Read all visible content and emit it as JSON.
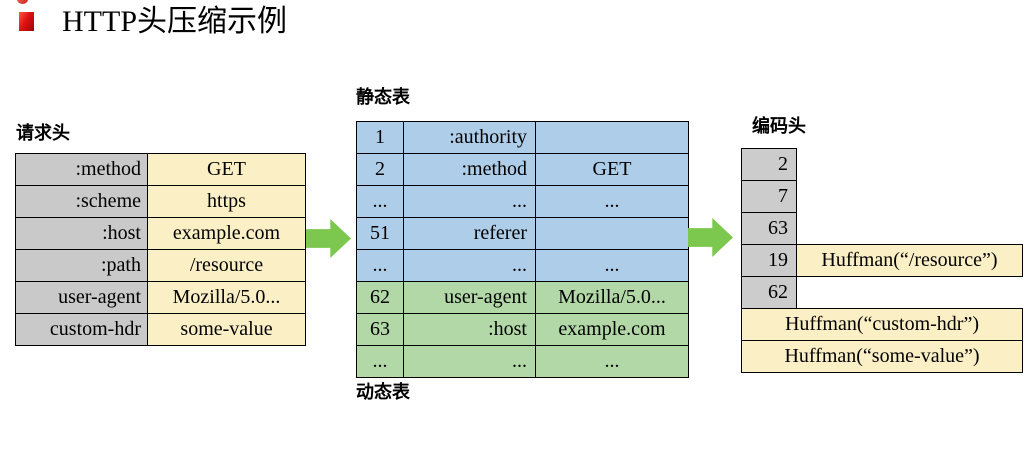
{
  "title": "HTTP头压缩示例",
  "request_headers": {
    "label": "请求头",
    "rows": [
      {
        "key": ":method",
        "value": "GET"
      },
      {
        "key": ":scheme",
        "value": "https"
      },
      {
        "key": ":host",
        "value": "example.com"
      },
      {
        "key": ":path",
        "value": "/resource"
      },
      {
        "key": "user-agent",
        "value": "Mozilla/5.0..."
      },
      {
        "key": "custom-hdr",
        "value": "some-value"
      }
    ]
  },
  "index_table": {
    "static_label": "静态表",
    "dynamic_label": "动态表",
    "rows": [
      {
        "index": "1",
        "name": ":authority",
        "value": "",
        "section": "static"
      },
      {
        "index": "2",
        "name": ":method",
        "value": "GET",
        "section": "static"
      },
      {
        "index": "...",
        "name": "...",
        "value": "...",
        "section": "static"
      },
      {
        "index": "51",
        "name": "referer",
        "value": "",
        "section": "static"
      },
      {
        "index": "...",
        "name": "...",
        "value": "...",
        "section": "static"
      },
      {
        "index": "62",
        "name": "user-agent",
        "value": "Mozilla/5.0...",
        "section": "dynamic"
      },
      {
        "index": "63",
        "name": ":host",
        "value": "example.com",
        "section": "dynamic"
      },
      {
        "index": "...",
        "name": "...",
        "value": "...",
        "section": "dynamic"
      }
    ]
  },
  "encoded_headers": {
    "label": "编码头",
    "rows": [
      {
        "index": "2"
      },
      {
        "index": "7"
      },
      {
        "index": "63"
      },
      {
        "index": "19",
        "literal": "Huffman(“/resource”)"
      },
      {
        "index": "62"
      },
      {
        "literal": "Huffman(“custom-hdr”)"
      },
      {
        "literal": "Huffman(“some-value”)"
      }
    ]
  },
  "colors": {
    "key_gray": "#c9c9c9",
    "value_yellow": "#fbefc6",
    "static_blue": "#aecde8",
    "dynamic_green": "#b1d8a6",
    "arrow_green": "#7cc84e",
    "title_red": "#e01212"
  }
}
